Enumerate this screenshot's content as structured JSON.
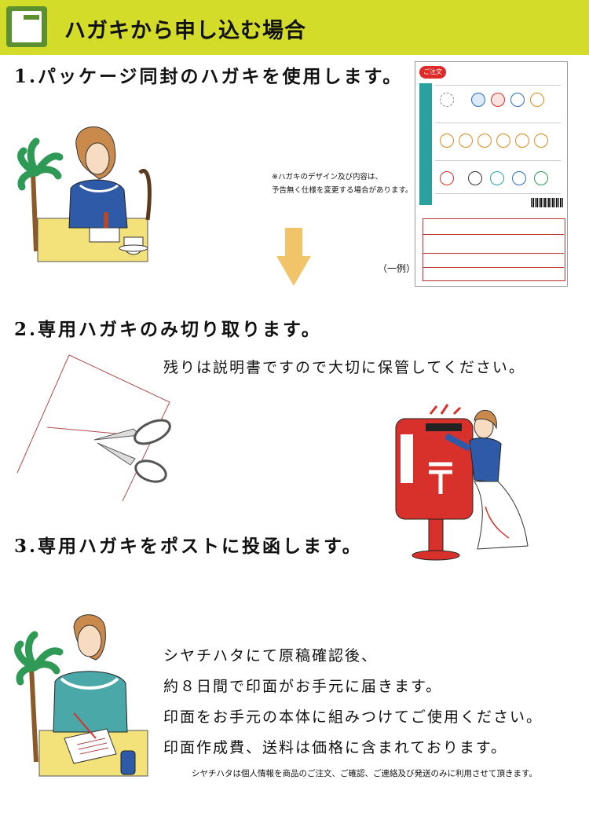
{
  "header": {
    "title": "ハガキから申し込む場合",
    "icon": "document-icon"
  },
  "step1": {
    "label": "1.パッケージ同封のハガキを使用します。",
    "note_line1": "※ハガキのデザイン及び内容は、",
    "note_line2": "予告無く仕様を変更する場合があります。",
    "example_label": "（一例）",
    "card_tag": "ご注文"
  },
  "step2": {
    "label": "2.専用ハガキのみ切り取ります。",
    "note": "残りは説明書ですので大切に保管してください。"
  },
  "step3": {
    "label": "3.専用ハガキをポストに投函します。"
  },
  "final": {
    "lines": [
      "シヤチハタにて原稿確認後、",
      "約８日間で印面がお手元に届きます。",
      "印面をお手元の本体に組みつけてご使用ください。",
      "印面作成費、送料は価格に含まれております。"
    ],
    "privacy_note": "シヤチハタは個人情報を商品のご注文、ご確認、ご連絡及び発送のみに利用させて頂きます。"
  },
  "colors": {
    "header_bg": "#d4dc2a",
    "icon_green": "#5c8f2d",
    "arrow": "#f1c469",
    "post_red": "#d8312b"
  }
}
